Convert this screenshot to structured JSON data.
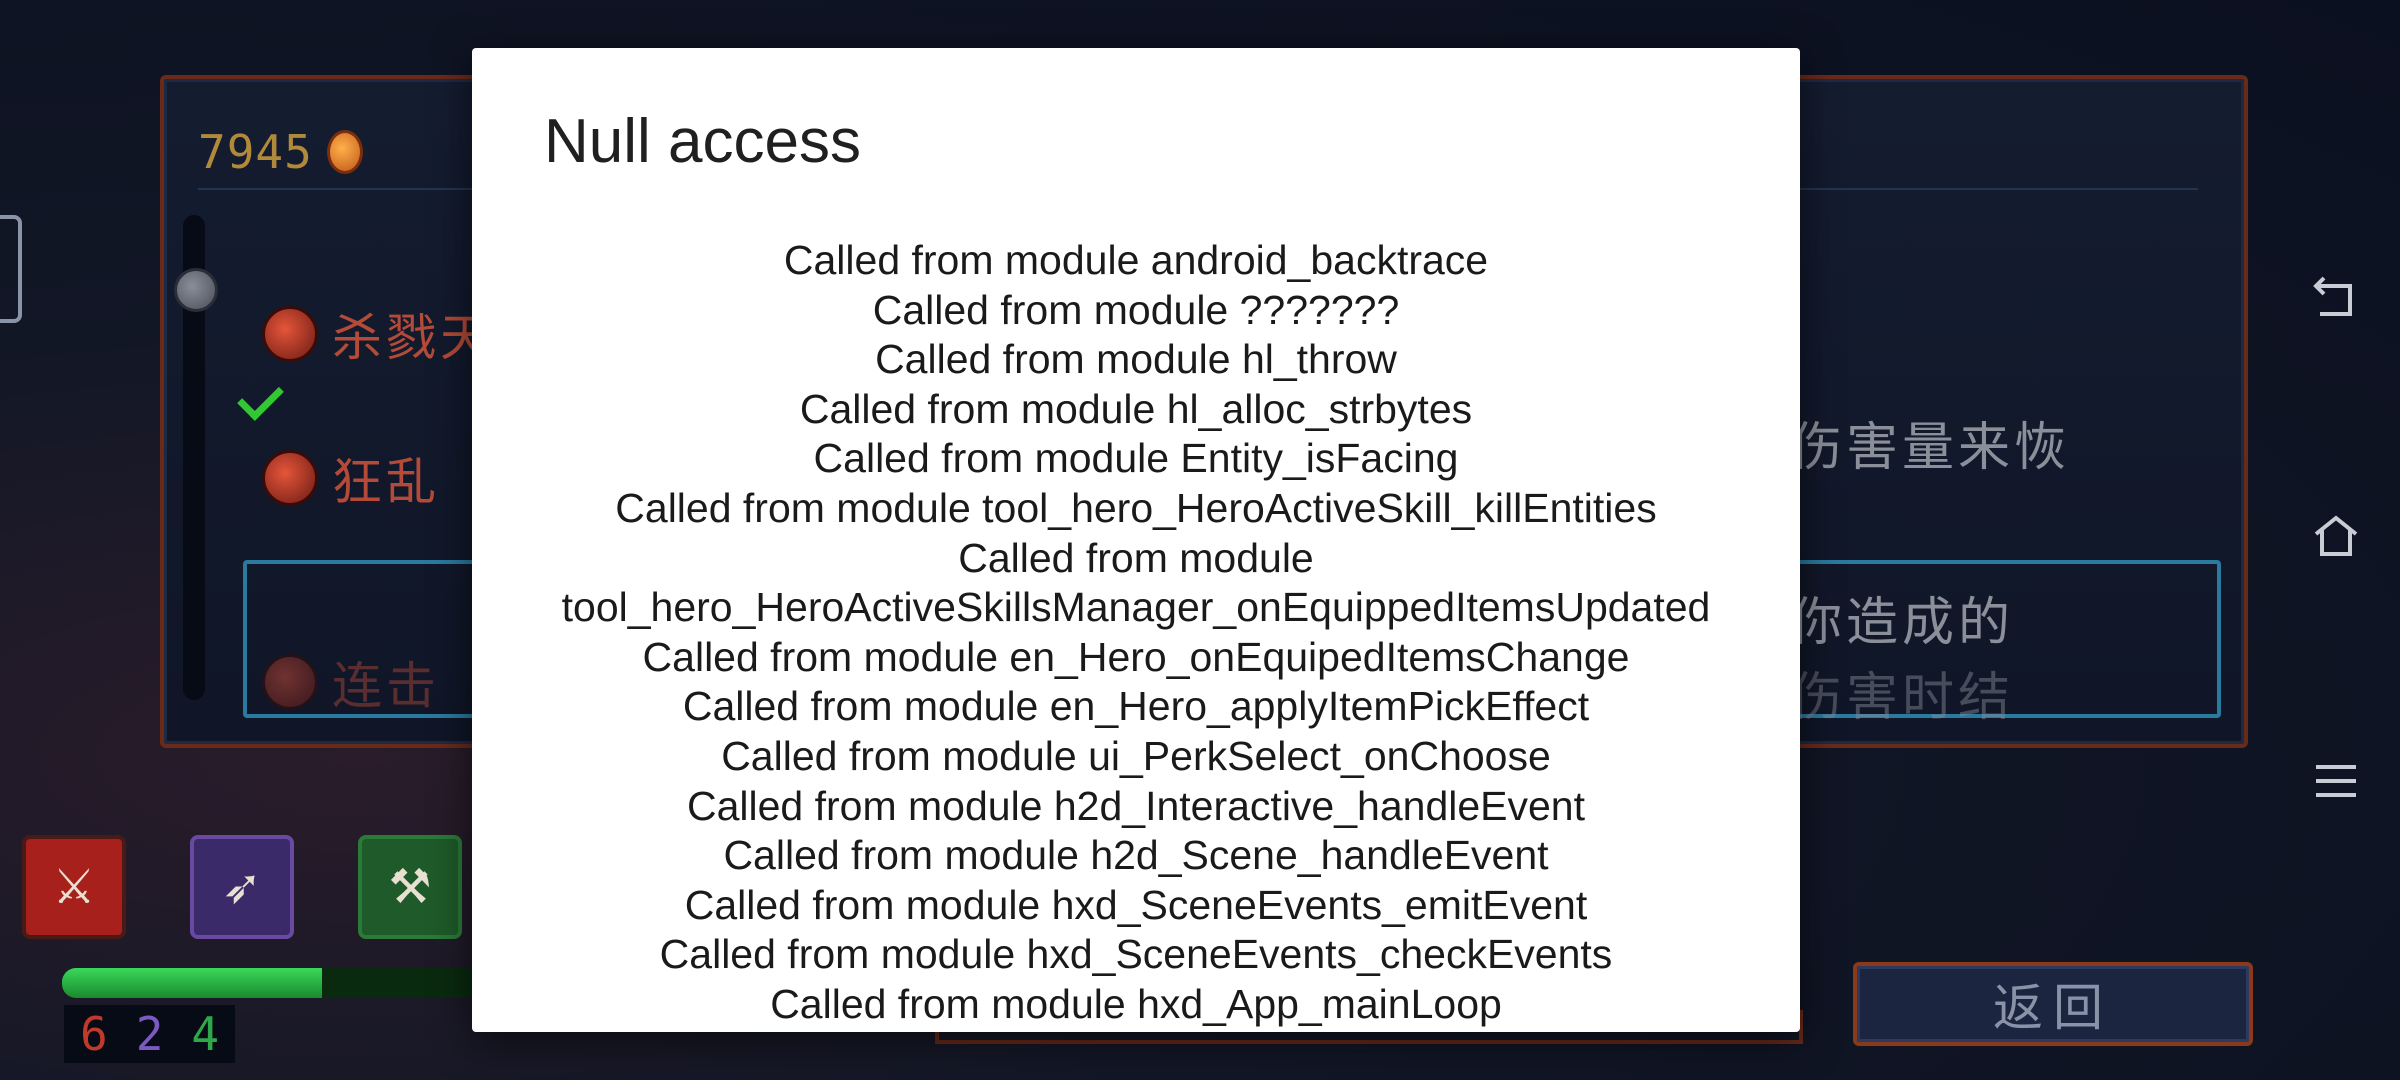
{
  "background": {
    "gold_amount": "7945",
    "perks": [
      {
        "name": "杀戮天"
      },
      {
        "name": "狂乱"
      },
      {
        "name": "连击"
      }
    ],
    "description_lines": [
      "伤害量来恢",
      "你造成的",
      "伤害时结"
    ],
    "stats": {
      "brutality": "6",
      "tactics": "2",
      "survival": "4"
    },
    "health_fraction": 0.62,
    "back_button_label": "返回"
  },
  "dialog": {
    "title": "Null access",
    "trace": [
      "Called from module android_backtrace",
      "Called from module ???????",
      "Called from module hl_throw",
      "Called from module hl_alloc_strbytes",
      "Called from module Entity_isFacing",
      "Called from module tool_hero_HeroActiveSkill_killEntities",
      "Called from module",
      "tool_hero_HeroActiveSkillsManager_onEquippedItemsUpdated",
      "Called from module en_Hero_onEquipedItemsChange",
      "Called from module en_Hero_applyItemPickEffect",
      "Called from module ui_PerkSelect_onChoose",
      "Called from module h2d_Interactive_handleEvent",
      "Called from module h2d_Scene_handleEvent",
      "Called from module hxd_SceneEvents_emitEvent",
      "Called from module hxd_SceneEvents_checkEvents",
      "Called from module hxd_App_mainLoop"
    ]
  },
  "icons": {
    "coin": "coin-icon",
    "check": "check-icon",
    "nav_back": "back-icon",
    "nav_home": "home-icon",
    "nav_menu": "menu-icon"
  }
}
